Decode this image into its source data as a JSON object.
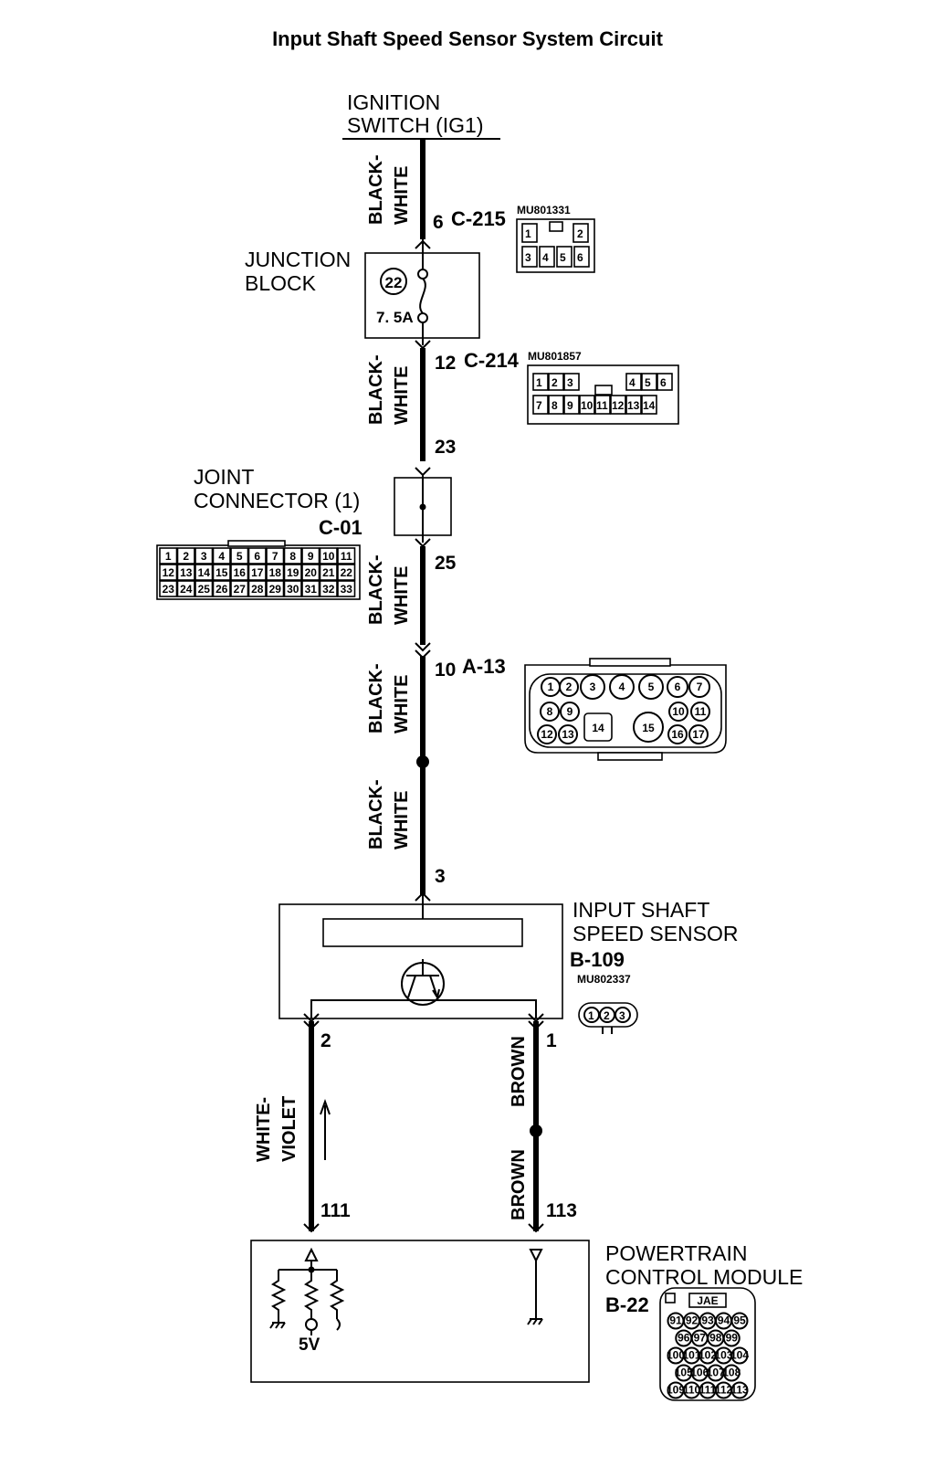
{
  "title": "Input Shaft Speed Sensor System Circuit",
  "ignition": {
    "line1": "IGNITION",
    "line2": "SWITCH (IG1)"
  },
  "junction_block": {
    "line1": "JUNCTION",
    "line2": "BLOCK",
    "fuse_no": "22",
    "fuse_rating": "7. 5A"
  },
  "joint_connector": {
    "line1": "JOINT",
    "line2": "CONNECTOR (1)",
    "id": "C-01",
    "pins_row1": [
      "1",
      "2",
      "3",
      "4",
      "5",
      "6",
      "7",
      "8",
      "9",
      "10",
      "11"
    ],
    "pins_row2": [
      "12",
      "13",
      "14",
      "15",
      "16",
      "17",
      "18",
      "19",
      "20",
      "21",
      "22"
    ],
    "pins_row3": [
      "23",
      "24",
      "25",
      "26",
      "27",
      "28",
      "29",
      "30",
      "31",
      "32",
      "33"
    ]
  },
  "connectors": {
    "c215": {
      "pin": "6",
      "id": "C-215",
      "part": "MU801331",
      "pins_top": [
        "1",
        "",
        "2"
      ],
      "pins_bottom": [
        "3",
        "4",
        "5",
        "6"
      ]
    },
    "c214": {
      "pin": "12",
      "id": "C-214",
      "part": "MU801857",
      "pins_top": [
        "1",
        "2",
        "3",
        "",
        "4",
        "5",
        "6"
      ],
      "pins_bottom": [
        "7",
        "8",
        "9",
        "10",
        "11",
        "12",
        "13",
        "14"
      ]
    },
    "a13": {
      "pin": "10",
      "id": "A-13",
      "pins": [
        "1",
        "2",
        "3",
        "4",
        "5",
        "6",
        "7",
        "8",
        "9",
        "10",
        "11",
        "12",
        "13",
        "14",
        "15",
        "16",
        "17"
      ]
    }
  },
  "joint_pins": {
    "in": "23",
    "out": "25"
  },
  "sensor": {
    "line1": "INPUT SHAFT",
    "line2": "SPEED SENSOR",
    "id": "B-109",
    "part": "MU802337",
    "pin_supply": "3",
    "pins": [
      "1",
      "2",
      "3"
    ],
    "pin_left": "2",
    "pin_right": "1"
  },
  "wires": {
    "black_white": [
      "BLACK-",
      "WHITE"
    ],
    "white_violet": [
      "WHITE-",
      "VIOLET"
    ],
    "brown": "BROWN"
  },
  "pcm": {
    "line1": "POWERTRAIN",
    "line2": "CONTROL MODULE",
    "id": "B-22",
    "maker": "JAE",
    "pin_left": "111",
    "pin_right": "113",
    "supply": "5V",
    "pins_r1": [
      "91",
      "92",
      "93",
      "94",
      "95"
    ],
    "pins_r2": [
      "96",
      "97",
      "98",
      "99"
    ],
    "pins_r3": [
      "100",
      "101",
      "102",
      "103",
      "104"
    ],
    "pins_r4": [
      "105",
      "106",
      "107",
      "108"
    ],
    "pins_r5": [
      "109",
      "110",
      "111",
      "112",
      "113"
    ]
  },
  "colors": {
    "ink": "#000000",
    "background": "#ffffff"
  }
}
